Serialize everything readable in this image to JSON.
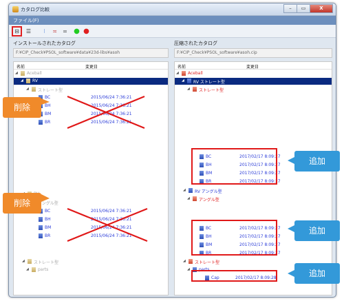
{
  "window": {
    "title": "カタログ比較",
    "min": "–",
    "max": "▭",
    "close": "X"
  },
  "menu": {
    "file": "ファイル(F)"
  },
  "toolbar": {
    "b1": "⊟",
    "b2": "☰",
    "b3": "⁝",
    "b4": "≍",
    "b5": "=",
    "b6": "●",
    "b7": "●"
  },
  "left": {
    "label": "インストールされたカタログ",
    "path": "F:¥CIP_Check¥PSOL_software¥data¥23d-libs¥asoh",
    "col_name": "名前",
    "col_date": "変更日",
    "rows": [
      {
        "name": "Aceball",
        "date": ""
      },
      {
        "name": "RV",
        "date": ""
      },
      {
        "name": "ストレート型",
        "date": ""
      },
      {
        "name": "BC",
        "date": "2015/06/24 7:36:21"
      },
      {
        "name": "BH",
        "date": "2015/06/24 7:36:21"
      },
      {
        "name": "BM",
        "date": "2015/06/24 7:36:21"
      },
      {
        "name": "BR",
        "date": "2015/06/24 7:36:21"
      },
      {
        "name": "RV",
        "date": ""
      },
      {
        "name": "アングル型",
        "date": ""
      },
      {
        "name": "BC",
        "date": "2015/06/24 7:36:21"
      },
      {
        "name": "BH",
        "date": "2015/06/24 7:36:21"
      },
      {
        "name": "BM",
        "date": "2015/06/24 7:36:21"
      },
      {
        "name": "BR",
        "date": "2015/06/24 7:36:21"
      },
      {
        "name": "ストレート型",
        "date": ""
      },
      {
        "name": "parts",
        "date": ""
      }
    ]
  },
  "right": {
    "label": "圧縮されたカタログ",
    "path": "F:¥CIP_Check¥PSOL_software¥asoh.cip",
    "col_name": "名前",
    "col_date": "変更日",
    "rows": [
      {
        "name": "Aceball",
        "date": ""
      },
      {
        "name": "RV ストレート型",
        "date": ""
      },
      {
        "name": "ストレート型",
        "date": ""
      },
      {
        "name": "BC",
        "date": "2017/02/17 8:09:27"
      },
      {
        "name": "BH",
        "date": "2017/02/17 8:09:27"
      },
      {
        "name": "BM",
        "date": "2017/02/17 8:09:27"
      },
      {
        "name": "BR",
        "date": "2017/02/17 8:09:27"
      },
      {
        "name": "RV アングル型",
        "date": ""
      },
      {
        "name": "アングル型",
        "date": ""
      },
      {
        "name": "BC",
        "date": "2017/02/17 8:09:27"
      },
      {
        "name": "BH",
        "date": "2017/02/17 8:09:27"
      },
      {
        "name": "BM",
        "date": "2017/02/17 8:09:27"
      },
      {
        "name": "BR",
        "date": "2017/02/17 8:09:27"
      },
      {
        "name": "ストレート型",
        "date": ""
      },
      {
        "name": "parts",
        "date": ""
      },
      {
        "name": "Cap",
        "date": "2017/02/17 8:09:28"
      }
    ]
  },
  "callouts": {
    "delete": "削除",
    "add": "追加"
  },
  "colors": {
    "accent_red": "#e01818",
    "delete_orange": "#f08a2a",
    "add_blue": "#3399d9",
    "selected_row": "#0a2a80"
  }
}
